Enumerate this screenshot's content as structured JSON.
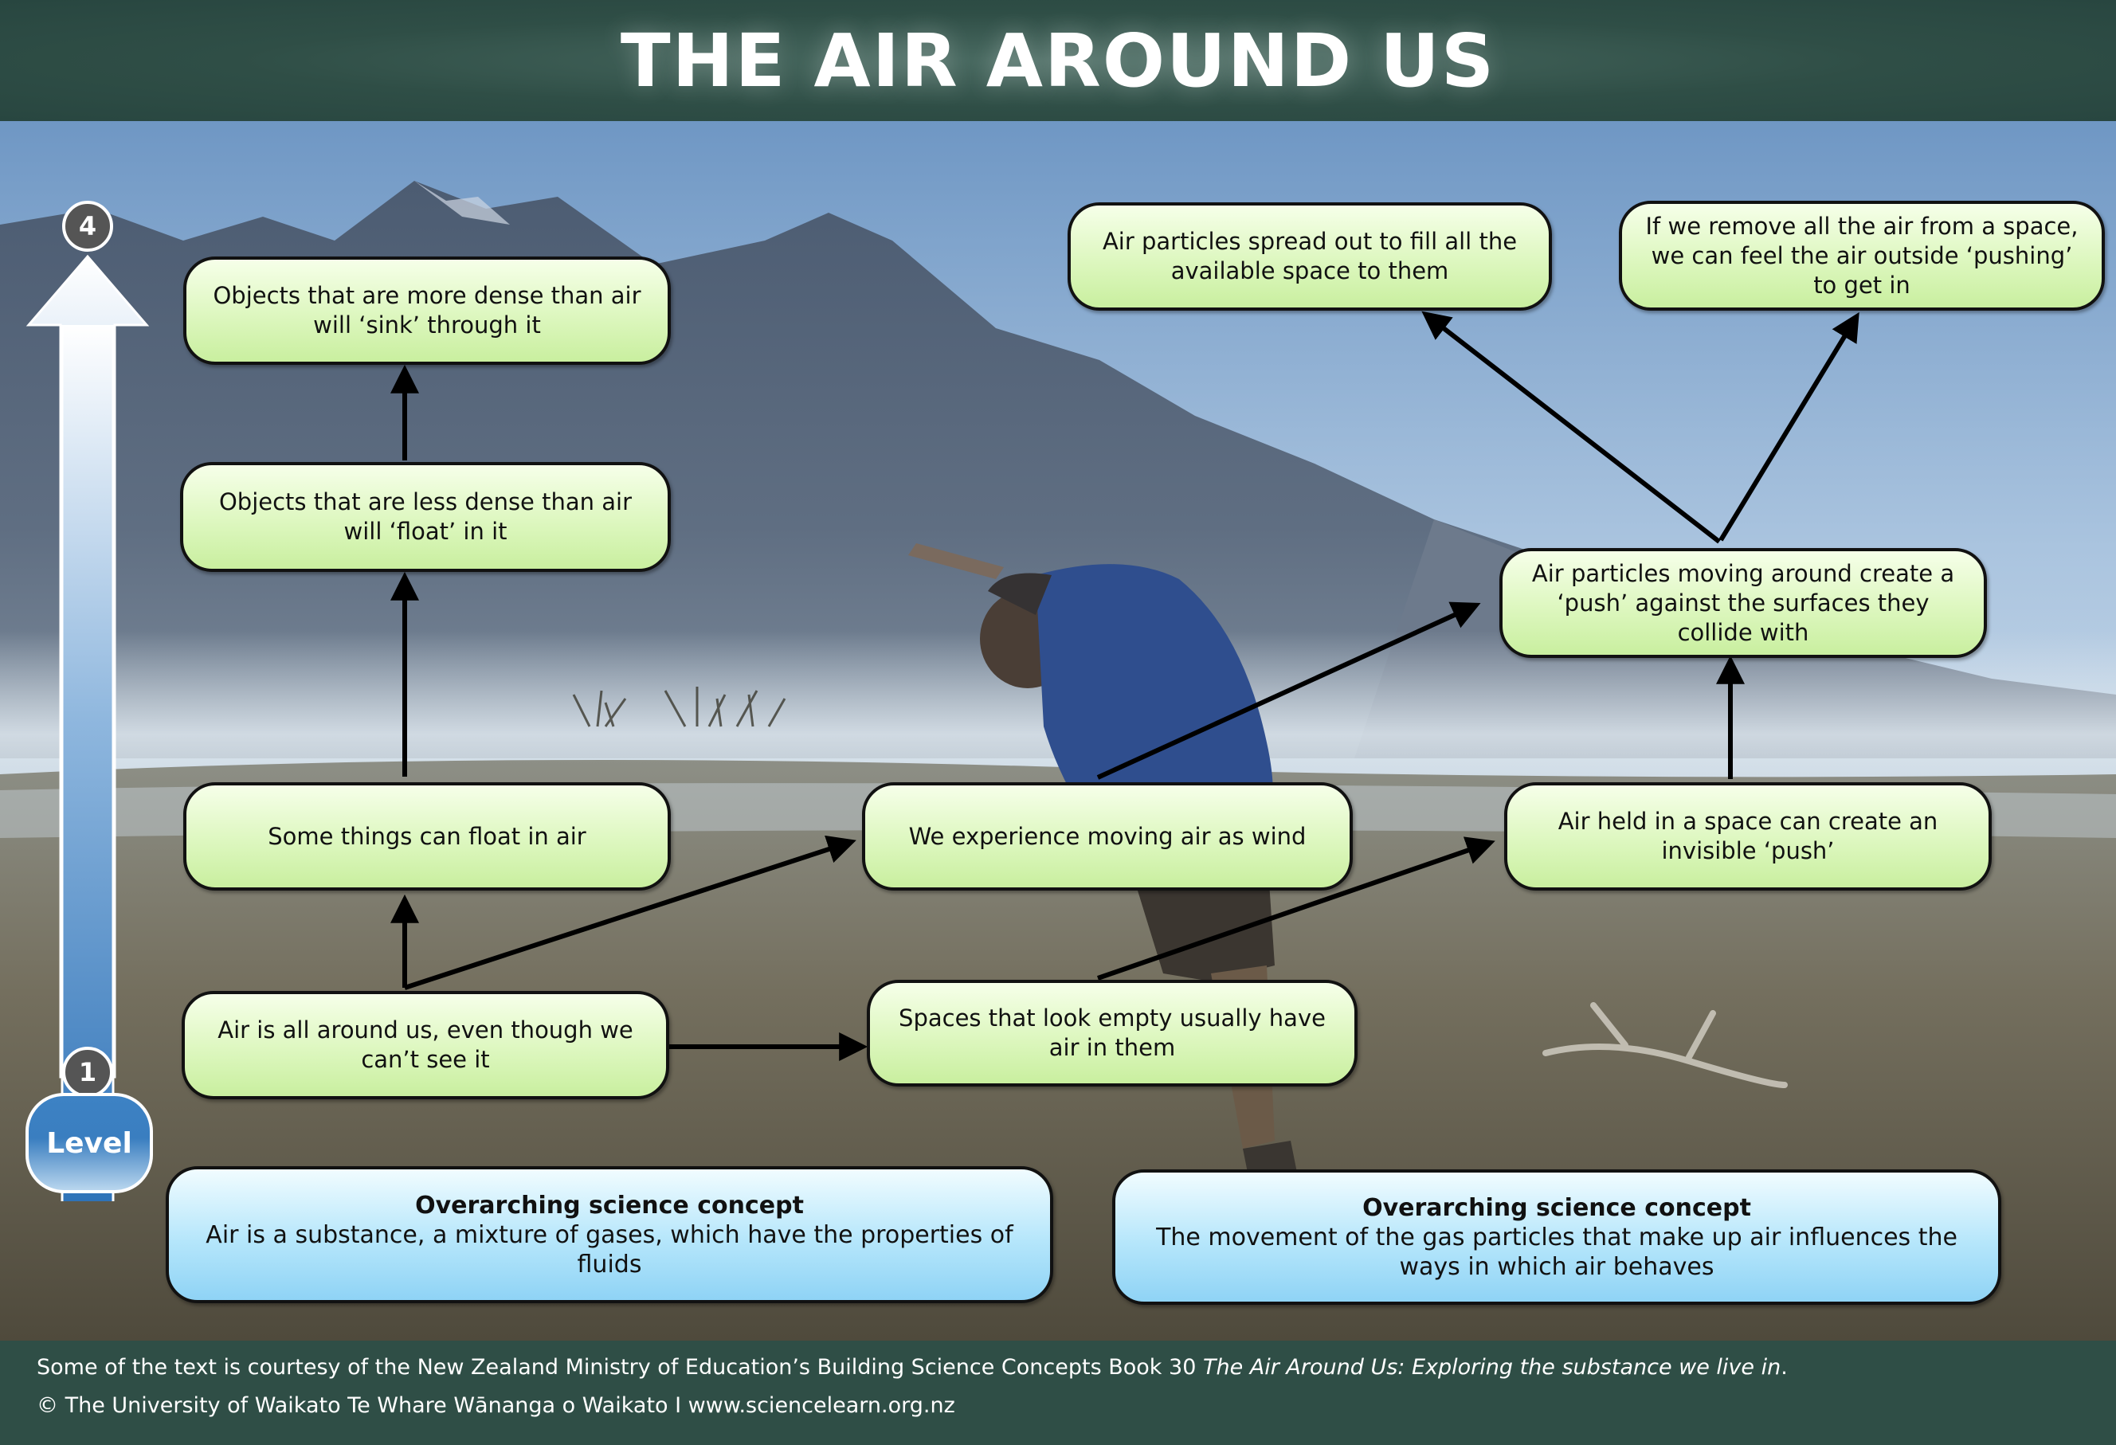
{
  "header": {
    "title": "THE AIR AROUND US"
  },
  "diagram": {
    "nodes": {
      "n_dense": "Objects that are more dense than air will ‘sink’ through it",
      "n_less_dense": "Objects that are less dense than air will ‘float’ in it",
      "n_float": "Some things can float in air",
      "n_all_around": "Air is all around us, even though we can’t see it",
      "n_wind": "We experience moving air as wind",
      "n_empty": "Spaces that look empty usually have air in them",
      "n_spread": "Air particles spread out to fill all the available space to them",
      "n_remove": "If we remove all the air from a space, we can feel the air outside ‘pushing’ to get in",
      "n_particles_push": "Air particles moving around create a ‘push’ against the surfaces they collide with",
      "n_held": "Air held in a space can create an invisible ‘push’"
    },
    "edges": [
      [
        "n_all_around",
        "n_float"
      ],
      [
        "n_float",
        "n_less_dense"
      ],
      [
        "n_less_dense",
        "n_dense"
      ],
      [
        "n_all_around",
        "n_wind"
      ],
      [
        "n_all_around",
        "n_empty"
      ],
      [
        "n_empty",
        "n_held"
      ],
      [
        "n_wind",
        "n_particles_push"
      ],
      [
        "n_held",
        "n_particles_push"
      ],
      [
        "n_particles_push",
        "n_spread"
      ],
      [
        "n_particles_push",
        "n_remove"
      ]
    ],
    "concepts": [
      {
        "title": "Overarching science concept",
        "text": "Air is a substance, a mixture of gases, which have the properties of fluids"
      },
      {
        "title": "Overarching science concept",
        "text": "The movement of the gas particles that make up air influences the ways in which air behaves"
      }
    ]
  },
  "level_scale": {
    "label": "Level",
    "top": "4",
    "bottom": "1"
  },
  "footer": {
    "line1_prefix": "Some of the text is courtesy of the New Zealand Ministry of Education’s Building Science Concepts Book 30 ",
    "line1_title": "The Air Around Us: Exploring the substance we live in",
    "line1_suffix": ".",
    "line2": "© The University of Waikato Te Whare Wānanga o Waikato I www.sciencelearn.org.nz"
  },
  "colors": {
    "header_bg": "#2f4e46",
    "node_fill": "#ddf7bf",
    "concept_fill": "#b5e6fb",
    "level_blue": "#3a7ec0"
  }
}
